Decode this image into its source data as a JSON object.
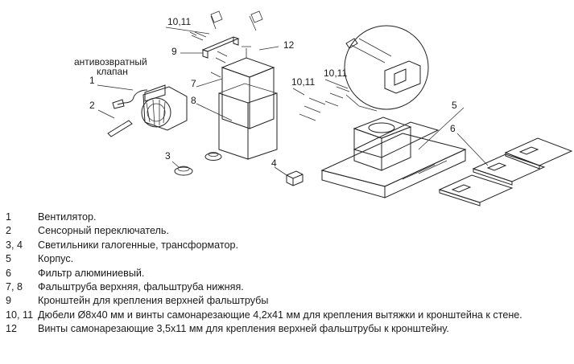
{
  "diagram": {
    "callouts": {
      "c1": "1",
      "c2": "2",
      "c3": "3",
      "c4": "4",
      "c5": "5",
      "c6": "6",
      "c7": "7",
      "c8": "8",
      "c9": "9",
      "c10_11_top": "10,11",
      "c12": "12",
      "c10_11_left": "10,11",
      "c10_11_right": "10,11"
    },
    "valve_label_line1": "антивозвратный",
    "valve_label_line2": "клапан"
  },
  "legend": [
    {
      "num": "1",
      "text": "Вентилятор."
    },
    {
      "num": "2",
      "text": "Сенсорный переключатель."
    },
    {
      "num": "3, 4",
      "text": "Светильники галогенные, трансформатор."
    },
    {
      "num": "5",
      "text": "Корпус."
    },
    {
      "num": "6",
      "text": "Фильтр алюминиевый."
    },
    {
      "num": "7, 8",
      "text": "Фальштруба верхняя, фальштруба нижняя."
    },
    {
      "num": "9",
      "text": "Кронштейн для крепления верхней фальштрубы"
    },
    {
      "num": "10, 11",
      "text": "Дюбели Ø8x40 мм и винты самонарезающие 4,2x41 мм для крепления вытяжки и кронштейна к стене."
    },
    {
      "num": "12",
      "text": "Винты самонарезающие 3,5x11 мм для крепления верхней фальштрубы к кронштейну."
    }
  ]
}
